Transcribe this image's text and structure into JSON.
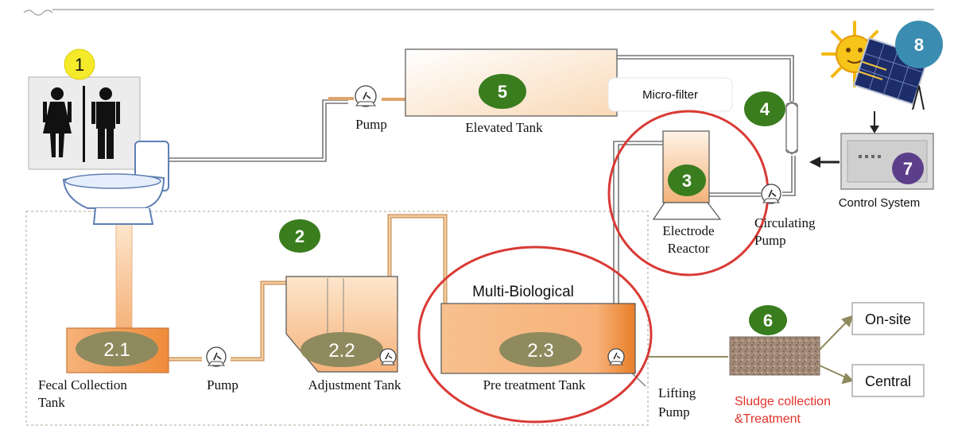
{
  "steps": {
    "toilet": "1",
    "biological_system": "2",
    "electrode_reactor": "3",
    "micro_filter_stage": "4",
    "elevated_tank": "5",
    "sludge": "6",
    "control_system": "7",
    "solar": "8"
  },
  "substeps": {
    "fecal_collection": "2.1",
    "adjustment": "2.2",
    "pretreatment": "2.3"
  },
  "labels": {
    "pump_top": "Pump",
    "elevated_tank": "Elevated Tank",
    "micro_filter": "Micro-filter",
    "control_system": "Control System",
    "electrode_reactor_line1": "Electrode",
    "electrode_reactor_line2": "Reactor",
    "circulating_pump_line1": "Circulating",
    "circulating_pump_line2": "Pump",
    "fecal_tank_line1": "Fecal Collection",
    "fecal_tank_line2": "Tank",
    "pump_bottom": "Pump",
    "adjustment_tank": "Adjustment Tank",
    "multi_biological": "Multi-Biological",
    "pretreatment_tank": "Pre treatment Tank",
    "lifting_pump_line1": "Lifting",
    "lifting_pump_line2": "Pump",
    "sludge_line1": "Sludge collection",
    "sludge_line2": "&Treatment",
    "on_site": "On-site",
    "central": "Central"
  },
  "colors": {
    "green_badge": "#3a7d1e",
    "yellow_badge": "#f5ea2a",
    "blue_badge": "#3a8db0",
    "purple_badge": "#5c3f8a",
    "olive_badge": "#8f8a5e",
    "red_circle": "#d93a35",
    "sludge_text": "#e0322a",
    "tank_orange": "#f29a4a"
  }
}
